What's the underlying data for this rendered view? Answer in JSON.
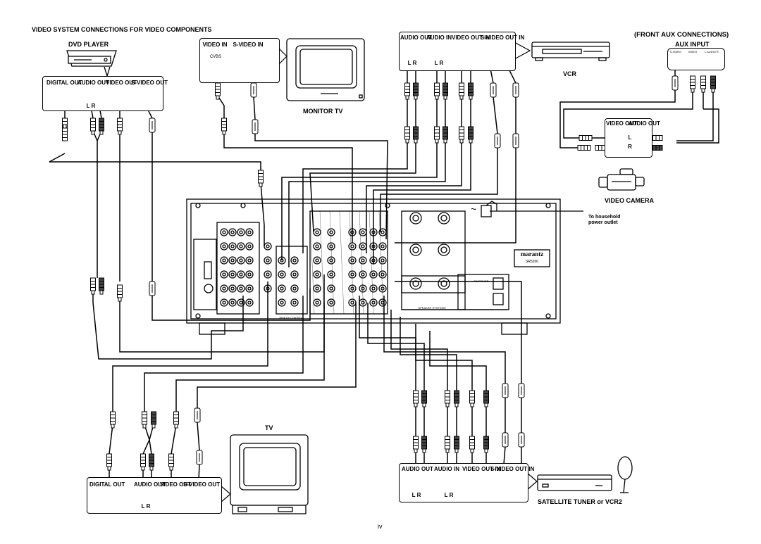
{
  "page_title": "VIDEO SYSTEM CONNECTIONS FOR VIDEO COMPONENTS",
  "page_number": "iv",
  "dvd": {
    "name": "DVD PLAYER",
    "labels": [
      "DIGITAL OUT",
      "AUDIO OUT",
      "VIDEO OUT",
      "S-VIDEO OUT"
    ],
    "lr": "L R"
  },
  "monitor": {
    "name": "MONITOR TV",
    "video_in": "VIDEO IN",
    "cvbs": "CVBS",
    "svideo_in": "S-VIDEO IN"
  },
  "vcr": {
    "name": "VCR",
    "labels": [
      "AUDIO OUT",
      "AUDIO IN",
      "VIDEO OUT IN",
      "S-VIDEO OUT IN"
    ],
    "lr1": "L R",
    "lr2": "L R"
  },
  "front_aux": {
    "title": "(FRONT AUX CONNECTIONS)",
    "aux_input": "AUX INPUT",
    "jack_labels": [
      "S-VIDEO",
      "VIDEO",
      "L AUDIO R"
    ]
  },
  "camera": {
    "name": "VIDEO CAMERA",
    "labels": [
      "VIDEO OUT",
      "AUDIO OUT"
    ],
    "l": "L",
    "r": "R"
  },
  "power": {
    "note": "To household power outlet",
    "ac_symbol": "~"
  },
  "receiver": {
    "brand": "marantz",
    "model": "SR5200",
    "speaker_systems": "SPEAKER SYSTEMS",
    "switched_label": "SWITCHED",
    "remote": "REMOTE CONTROL"
  },
  "tv": {
    "name": "TV",
    "labels": [
      "DIGITAL OUT",
      "AUDIO OUT",
      "VIDEO OUT",
      "S-VIDEO OUT"
    ],
    "lr": "L R"
  },
  "sat": {
    "name": "SATELLITE TUNER or VCR2",
    "labels": [
      "AUDIO OUT",
      "AUDIO IN",
      "VIDEO OUT IN",
      "S-VIDEO OUT IN"
    ],
    "lr1": "L R",
    "lr2": "L R"
  }
}
